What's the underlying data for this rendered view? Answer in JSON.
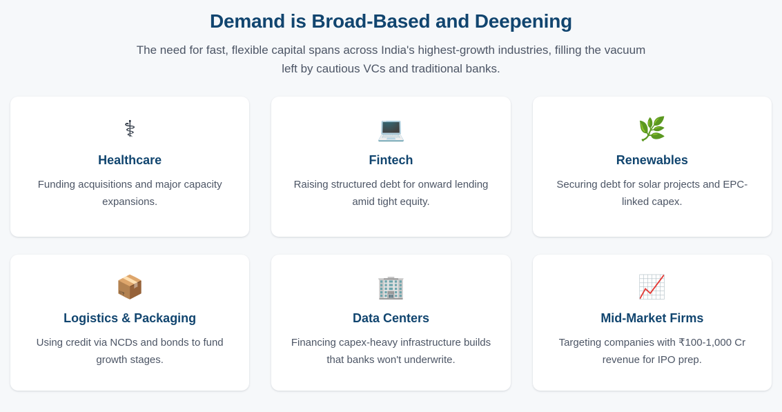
{
  "header": {
    "title": "Demand is Broad-Based and Deepening",
    "subtitle": "The need for fast, flexible capital spans across India's highest-growth industries, filling the vacuum left by cautious VCs and traditional banks."
  },
  "theme": {
    "page_background": "#f6f8fa",
    "card_background": "#ffffff",
    "heading_color": "#11456f",
    "body_text_color": "#4c5565"
  },
  "cards": [
    {
      "icon": "⚕",
      "icon_name": "medical-staff-icon",
      "title": "Healthcare",
      "description": "Funding acquisitions and major capacity expansions."
    },
    {
      "icon": "💻",
      "icon_name": "laptop-icon",
      "title": "Fintech",
      "description": "Raising structured debt for onward lending amid tight equity."
    },
    {
      "icon": "🌿",
      "icon_name": "herb-leaf-icon",
      "title": "Renewables",
      "description": "Securing debt for solar projects and EPC-linked capex."
    },
    {
      "icon": "📦",
      "icon_name": "package-box-icon",
      "title": "Logistics & Packaging",
      "description": "Using credit via NCDs and bonds to fund growth stages."
    },
    {
      "icon": "🏢",
      "icon_name": "office-building-icon",
      "title": "Data Centers",
      "description": "Financing capex-heavy infrastructure builds that banks won't underwrite."
    },
    {
      "icon": "📈",
      "icon_name": "chart-increasing-icon",
      "title": "Mid-Market Firms",
      "description": "Targeting companies with ₹100-1,000 Cr revenue for IPO prep."
    }
  ]
}
